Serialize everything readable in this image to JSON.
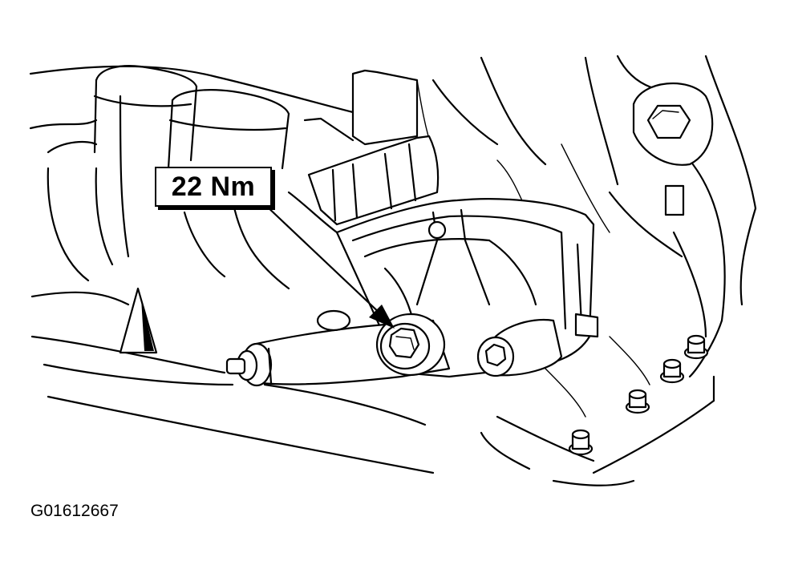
{
  "callout": {
    "torque": "22 Nm"
  },
  "figure": {
    "id": "G01612667"
  },
  "colors": {
    "line": "#000000",
    "background": "#ffffff"
  },
  "icons": {
    "arrow": "leader-arrow",
    "bolt": "hex-bolt"
  }
}
